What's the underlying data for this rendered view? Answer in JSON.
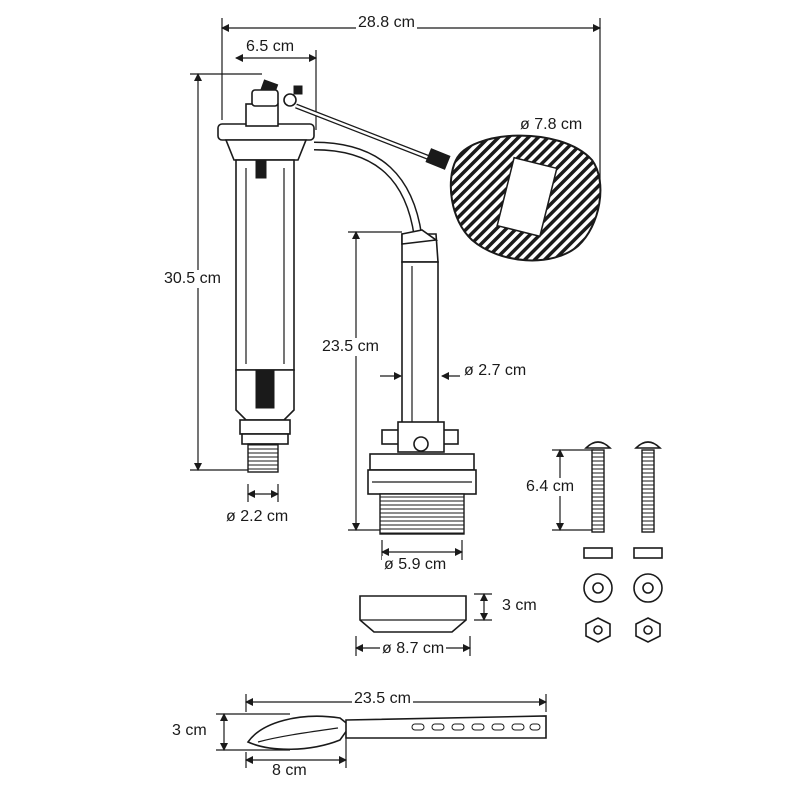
{
  "dimensions": {
    "total_width": "28.8 cm",
    "top_width": "6.5 cm",
    "float_diameter": "ø 7.8 cm",
    "fill_valve_height": "30.5 cm",
    "flush_valve_height": "23.5 cm",
    "tube_diameter": "ø 2.7 cm",
    "inlet_diameter": "ø 2.2 cm",
    "base_diameter": "ø 5.9 cm",
    "bolt_length": "6.4 cm",
    "gasket_height": "3 cm",
    "gasket_diameter": "ø 8.7 cm",
    "lever_length": "23.5 cm",
    "lever_height": "3 cm",
    "handle_length": "8 cm"
  }
}
